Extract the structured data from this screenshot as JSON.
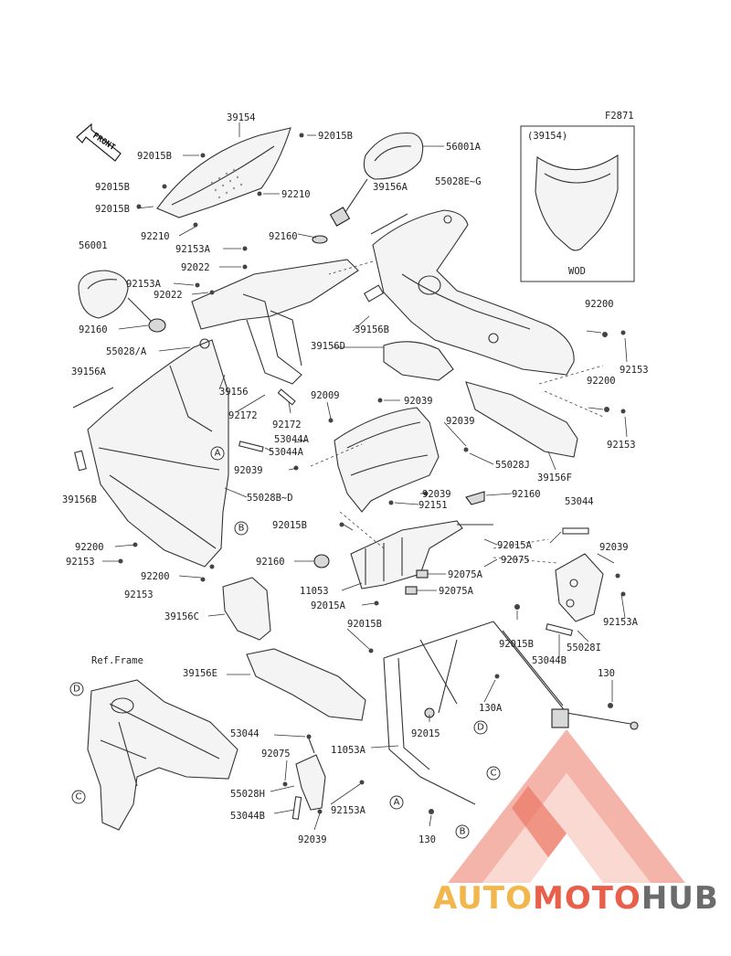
{
  "diagram_code": "F2871",
  "front_label": "FRONT",
  "inset": {
    "top_label": "(39154)",
    "bottom_label": "WOD"
  },
  "ref_frame_label": "Ref.Frame",
  "callouts": [
    "A",
    "B",
    "C",
    "D"
  ],
  "watermark": {
    "part1": "AUTO",
    "part2": "MOTO",
    "part3": "HUB",
    "color_a": "#f2b74c",
    "color_b": "#e8604c",
    "color_c": "#6b6b6b"
  },
  "labels": {
    "l_39154": "39154",
    "l_92015B_a": "92015B",
    "l_92015B_b": "92015B",
    "l_92015B_c": "92015B",
    "l_92015B_d": "92015B",
    "l_92015B_e": "92015B",
    "l_92015B_f": "92015B",
    "l_56001A": "56001A",
    "l_92210_a": "92210",
    "l_92210_b": "92210",
    "l_39156A_a": "39156A",
    "l_39156A_b": "39156A",
    "l_55028EG": "55028E~G",
    "l_92160_a": "92160",
    "l_92160_b": "92160",
    "l_92160_c": "92160",
    "l_92160_d": "92160",
    "l_92153A_a": "92153A",
    "l_92153A_b": "92153A",
    "l_92153A_c": "92153A",
    "l_92153A_d": "92153A",
    "l_56001": "56001",
    "l_92022_a": "92022",
    "l_92022_b": "92022",
    "l_55028A": "55028/A",
    "l_39156B_a": "39156B",
    "l_39156B_b": "39156B",
    "l_39156D": "39156D",
    "l_92200_a": "92200",
    "l_92200_b": "92200",
    "l_92200_c": "92200",
    "l_92200_d": "92200",
    "l_92153_a": "92153",
    "l_92153_b": "92153",
    "l_92153_c": "92153",
    "l_92153_d": "92153",
    "l_39156": "39156",
    "l_92172_a": "92172",
    "l_92172_b": "92172",
    "l_92009": "92009",
    "l_92039_a": "92039",
    "l_92039_b": "92039",
    "l_92039_c": "92039",
    "l_92039_d": "92039",
    "l_92039_e": "92039",
    "l_92039_f": "92039",
    "l_53044A_a": "53044A",
    "l_53044A_b": "53044A",
    "l_55028J": "55028J",
    "l_39156F": "39156F",
    "l_55028BD": "55028B~D",
    "l_92151": "92151",
    "l_53044_a": "53044",
    "l_53044_b": "53044",
    "l_92015A_a": "92015A",
    "l_92015A_b": "92015A",
    "l_92075_a": "92075",
    "l_92075_b": "92075",
    "l_92075A_a": "92075A",
    "l_92075A_b": "92075A",
    "l_11053": "11053",
    "l_11053A": "11053A",
    "l_39156C": "39156C",
    "l_55028I": "55028I",
    "l_53044B_a": "53044B",
    "l_53044B_b": "53044B",
    "l_130_a": "130",
    "l_130_b": "130",
    "l_130A": "130A",
    "l_39156E": "39156E",
    "l_92015": "92015",
    "l_55028H": "55028H"
  }
}
